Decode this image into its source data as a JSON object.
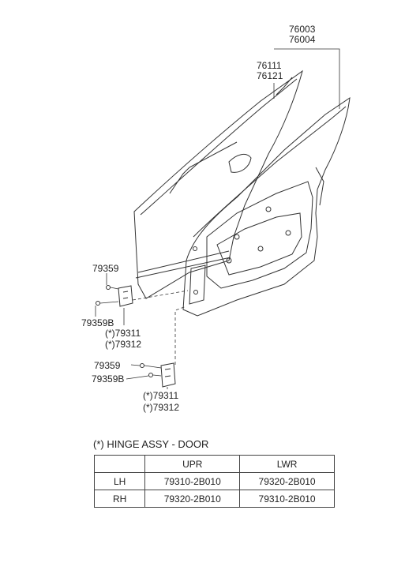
{
  "labels": {
    "door_assy_1": "76003",
    "door_assy_2": "76004",
    "panel_1": "76111",
    "panel_2": "76121",
    "bolt_upper": "79359",
    "bolt_upper_b": "79359B",
    "hinge_upper_1": "(*)79311",
    "hinge_upper_2": "(*)79312",
    "bolt_lower": "79359",
    "bolt_lower_b": "79359B",
    "hinge_lower_1": "(*)79311",
    "hinge_lower_2": "(*)79312"
  },
  "hinge_table": {
    "title": "(*) HINGE ASSY - DOOR",
    "columns": [
      "",
      "UPR",
      "LWR"
    ],
    "rows": [
      {
        "side": "LH",
        "upr": "79310-2B010",
        "lwr": "79320-2B010"
      },
      {
        "side": "RH",
        "upr": "79320-2B010",
        "lwr": "79310-2B010"
      }
    ]
  }
}
